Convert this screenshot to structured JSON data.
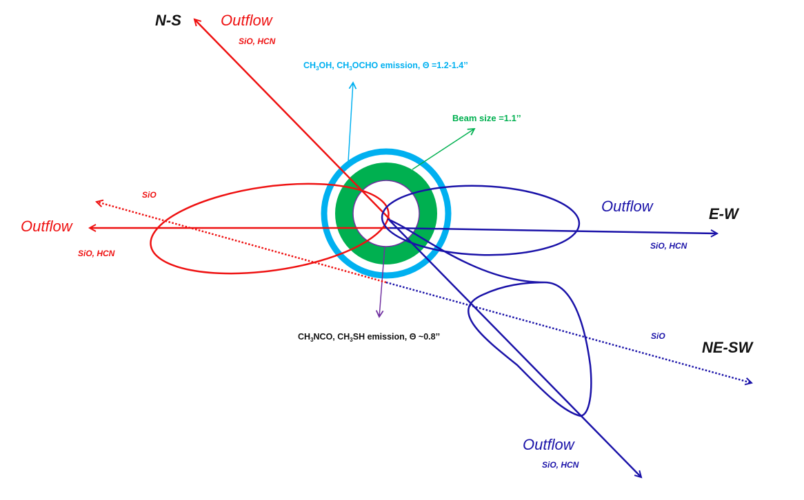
{
  "colors": {
    "red": "#ee1111",
    "blue": "#1a12a8",
    "cyan": "#00b0f0",
    "green": "#00b050",
    "purple": "#7030a0",
    "black": "#111111"
  },
  "labels": {
    "ns_title": "N-S",
    "ns_outflow": "Outflow",
    "ns_species": "SiO, HCN",
    "west_outflow": "Outflow",
    "west_species": "SiO, HCN",
    "west_sio": "SiO",
    "ew_title": "E-W",
    "east_outflow": "Outflow",
    "east_species": "SiO, HCN",
    "nesw_title": "NE-SW",
    "ne_sio": "SiO",
    "south_outflow": "Outflow",
    "south_species": "SiO, HCN",
    "beam": "Beam size =1.1’’",
    "ch3oh": {
      "p1": "CH",
      "s1": "3",
      "p2": "OH, CH",
      "s2": "3",
      "p3": "OCHO emission, Θ =1.2-1.4’’"
    },
    "ch3nco": {
      "p1": "CH",
      "s1": "3",
      "p2": "NCO, CH",
      "s2": "3",
      "p3": "SH emission, Θ ~0.8’’"
    }
  }
}
